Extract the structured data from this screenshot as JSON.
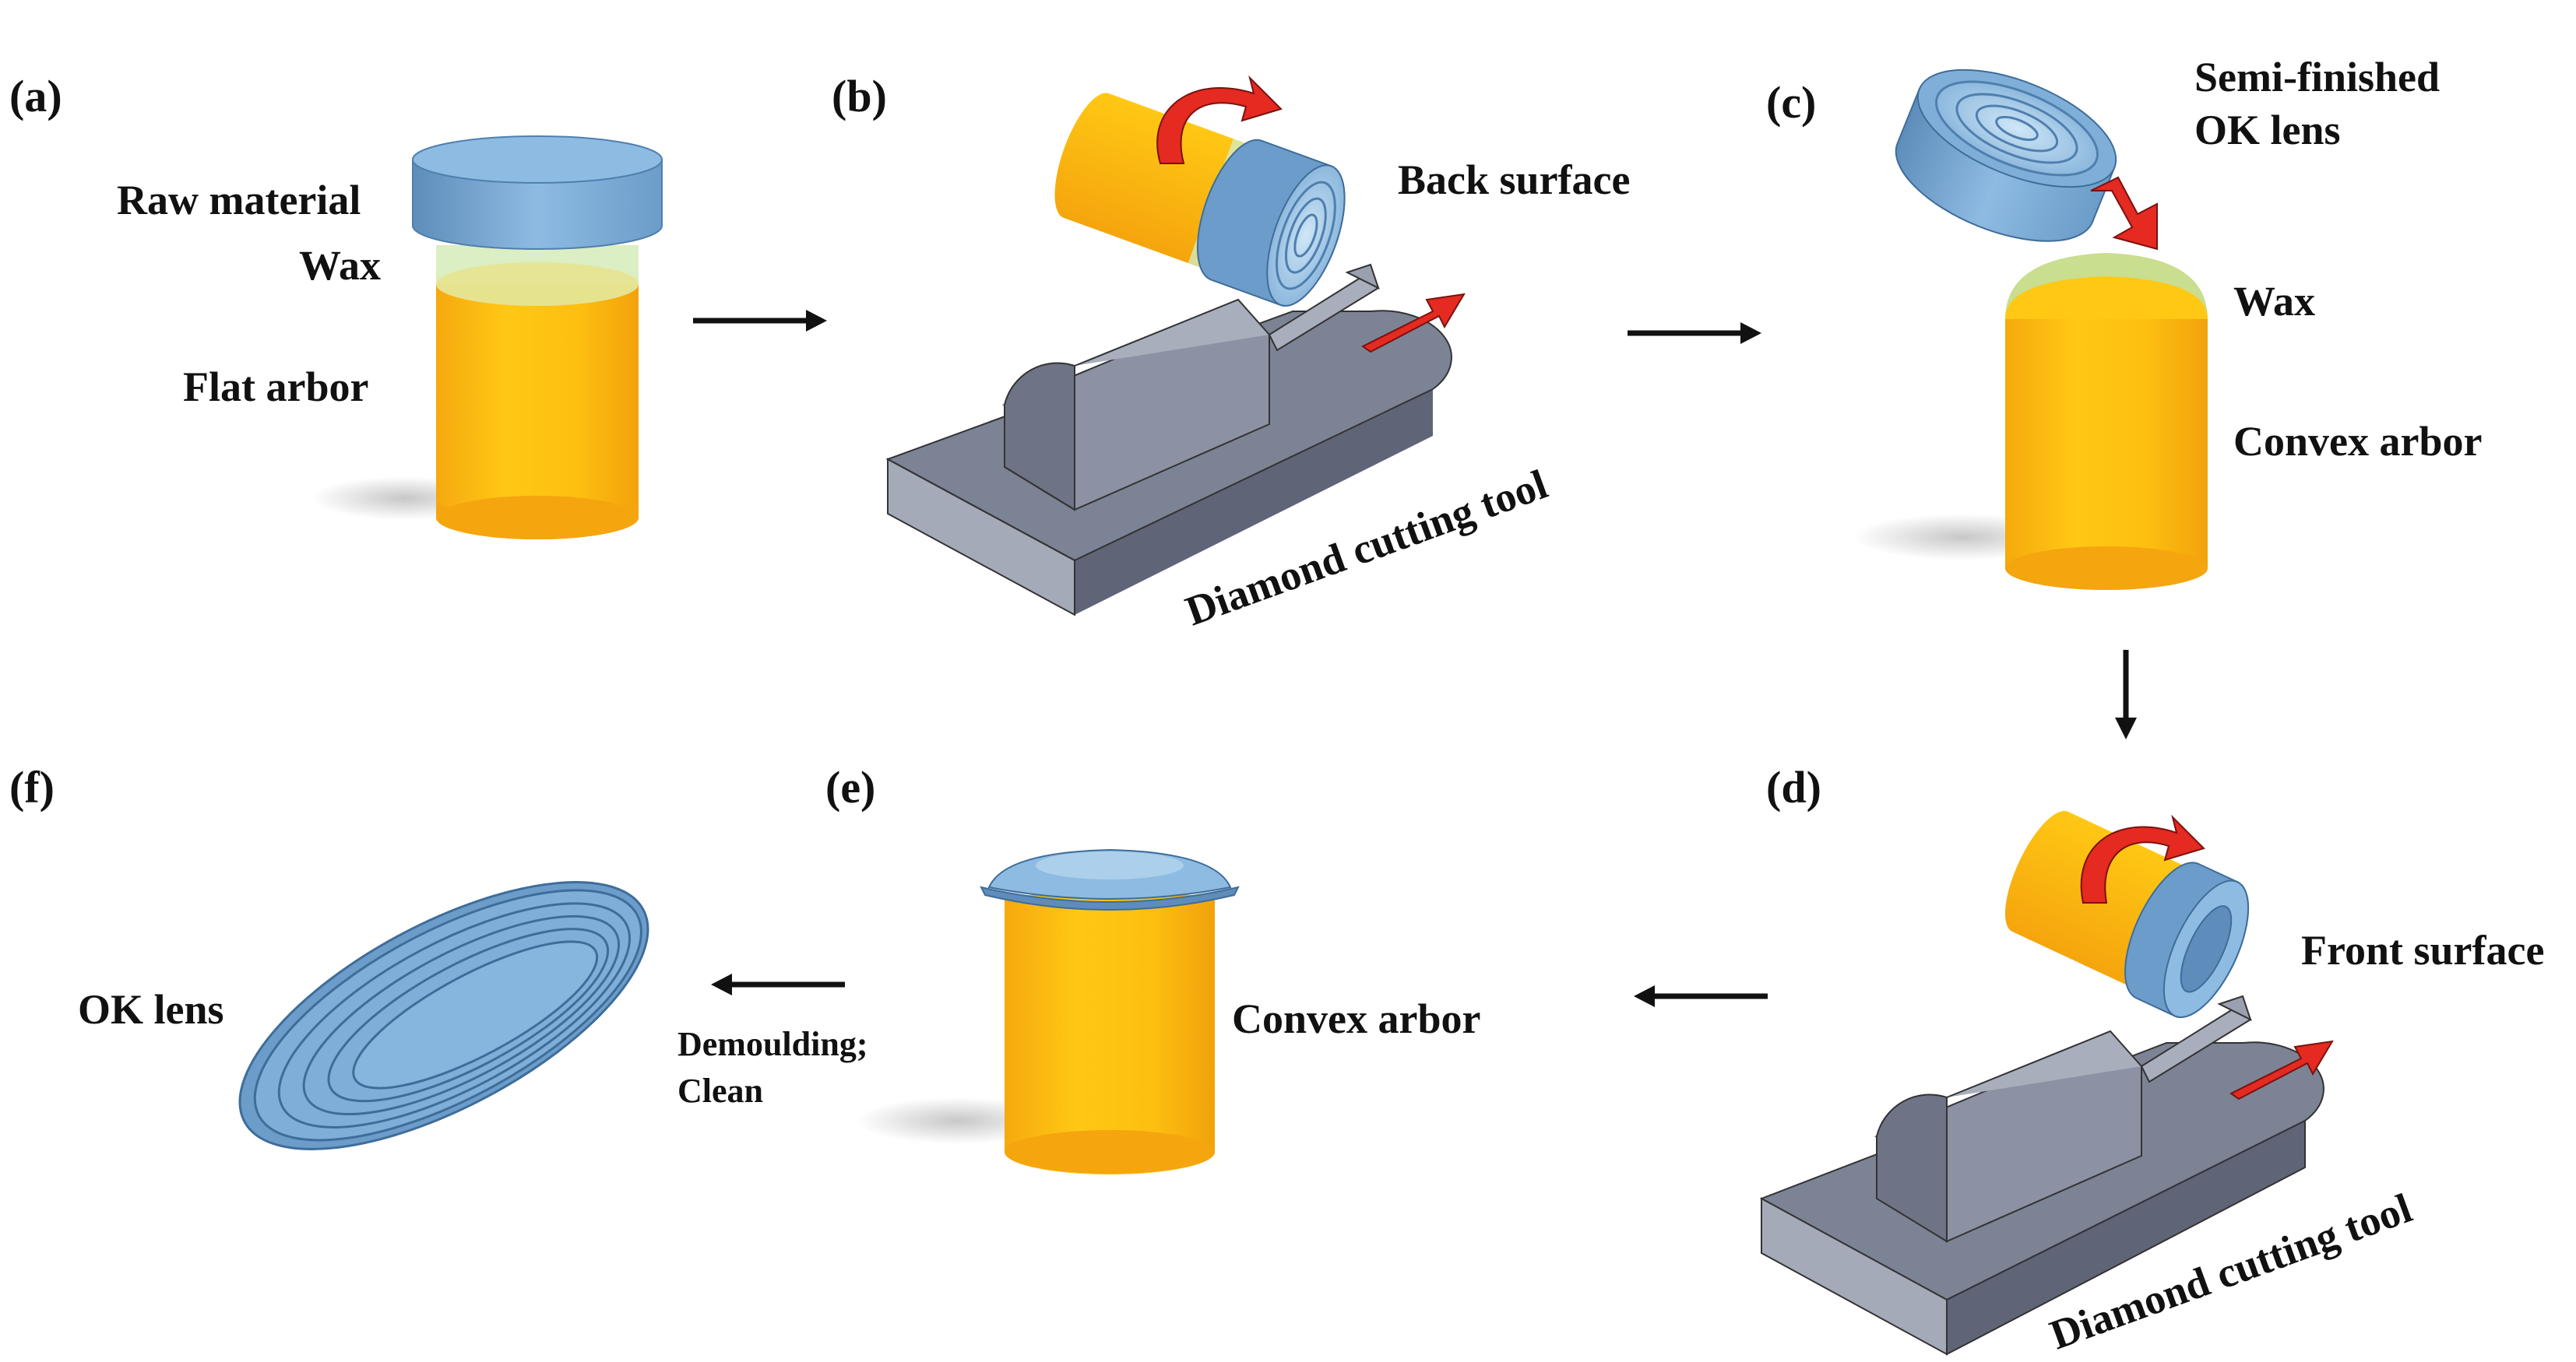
{
  "panels": {
    "a": {
      "tag": "(a)",
      "raw_material": "Raw material",
      "wax": "Wax",
      "flat_arbor": "Flat arbor"
    },
    "b": {
      "tag": "(b)",
      "back_surface": "Back surface",
      "tool": "Diamond cutting tool"
    },
    "c": {
      "tag": "(c)",
      "semi_line1": "Semi-finished",
      "semi_line2": "OK lens",
      "wax": "Wax",
      "convex_arbor": "Convex arbor"
    },
    "d": {
      "tag": "(d)",
      "front_surface": "Front surface",
      "tool": "Diamond cutting tool"
    },
    "e": {
      "tag": "(e)",
      "convex_arbor": "Convex arbor"
    },
    "f": {
      "tag": "(f)",
      "ok_lens": "OK lens",
      "step_line1": "Demoulding;",
      "step_line2": "Clean"
    }
  },
  "colors": {
    "arbor": "#FDBF10",
    "arbor_dark": "#F2A20C",
    "lens": "#7FAFD8",
    "lens_dark": "#4F7FAE",
    "wax": "#CDE6B2",
    "machine": "#7C8395",
    "machine_light": "#A5AAB9",
    "machine_dark": "#5A6072",
    "motion_arrow": "#E42A21",
    "flow_arrow": "#111111"
  }
}
